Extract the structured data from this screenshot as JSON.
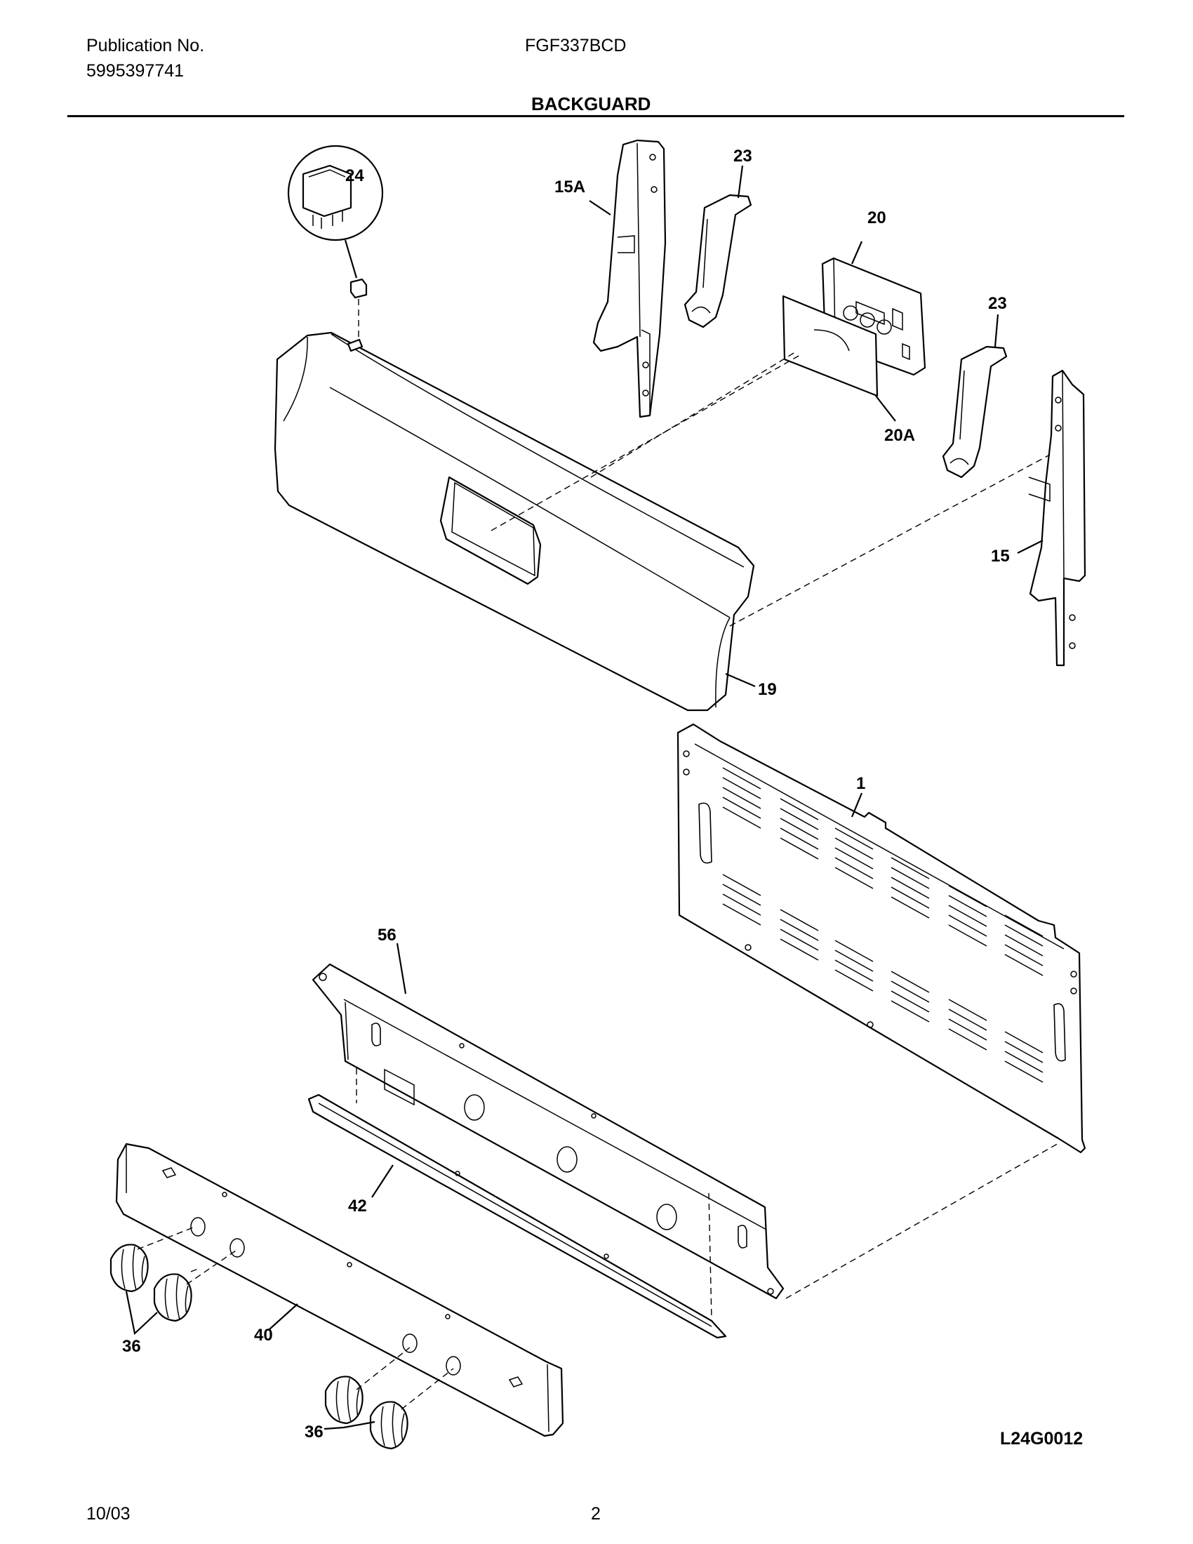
{
  "header": {
    "publication_label": "Publication No.",
    "publication_number": "5995397741",
    "model": "FGF337BCD",
    "section_title": "BACKGUARD"
  },
  "callouts": {
    "c24": "24",
    "c15a": "15A",
    "c23a": "23",
    "c20": "20",
    "c23b": "23",
    "c20a": "20A",
    "c15": "15",
    "c19": "19",
    "c1": "1",
    "c56": "56",
    "c42": "42",
    "c40": "40",
    "c36a": "36",
    "c36b": "36"
  },
  "drawing_code": "L24G0012",
  "footer": {
    "date": "10/03",
    "page": "2"
  }
}
